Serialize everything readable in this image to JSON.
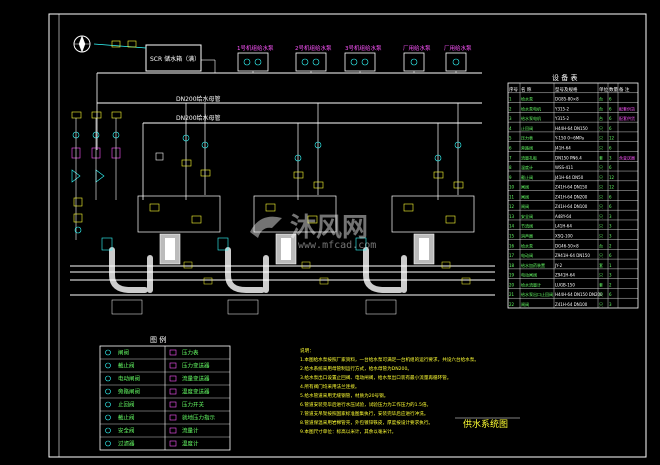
{
  "tanks": {
    "top_left": "SCR 储水箱（满）",
    "branch_1": "1号机组给水泵",
    "branch_2": "2号机组给水泵",
    "branch_3": "3号机组给水泵",
    "branch_4": "厂用给水泵",
    "branch_5": "厂用给水泵"
  },
  "pipes": {
    "main_1": "DN200给水母管",
    "main_2": "DN200给水母管"
  },
  "equipment_table": {
    "title": "设 备 表",
    "header": [
      "序号",
      "名  称",
      "型号及规格",
      "单位",
      "数量",
      "备 注"
    ],
    "rows": [
      [
        "1",
        "给水泵",
        "DG85-80×8",
        "台",
        "6",
        ""
      ],
      [
        "2",
        "给水泵电机",
        "Y315-2",
        "台",
        "6",
        "配套供货"
      ],
      [
        "3",
        "给水泵电机",
        "Y315-2",
        "台",
        "6",
        "配套供货"
      ],
      [
        "4",
        "止回阀",
        "H44H-64 DN150",
        "只",
        "6",
        ""
      ],
      [
        "5",
        "压力表",
        "Y-150 0~6MPa",
        "只",
        "12",
        ""
      ],
      [
        "6",
        "旁路阀",
        "J41H-64",
        "只",
        "6",
        ""
      ],
      [
        "7",
        "流量孔板",
        "DN150 PN6.4",
        "套",
        "3",
        "含变送器"
      ],
      [
        "8",
        "温度计",
        "WSS-411",
        "只",
        "6",
        ""
      ],
      [
        "9",
        "截止阀",
        "J41H-64 DN50",
        "只",
        "12",
        ""
      ],
      [
        "10",
        "闸阀",
        "Z41H-64 DN150",
        "只",
        "12",
        ""
      ],
      [
        "11",
        "闸阀",
        "Z41H-64 DN200",
        "只",
        "6",
        ""
      ],
      [
        "12",
        "闸阀",
        "Z41H-64 DN100",
        "只",
        "6",
        ""
      ],
      [
        "13",
        "安全阀",
        "A48Y-64",
        "只",
        "3",
        ""
      ],
      [
        "14",
        "节流阀",
        "L41H-64",
        "只",
        "3",
        ""
      ],
      [
        "15",
        "消声器",
        "XSQ-100",
        "只",
        "3",
        ""
      ],
      [
        "16",
        "给水泵",
        "DG46-50×8",
        "台",
        "2",
        ""
      ],
      [
        "17",
        "电动阀",
        "Z941H-64 DN150",
        "只",
        "6",
        ""
      ],
      [
        "18",
        "给水加药装置",
        "JY-2",
        "套",
        "1",
        ""
      ],
      [
        "19",
        "电动闸阀",
        "Z941H-64",
        "只",
        "3",
        ""
      ],
      [
        "20",
        "给水流量计",
        "LUGB-150",
        "套",
        "2",
        ""
      ],
      [
        "21",
        "给水泵出口止回阀",
        "H44H-64 DN150 DN200",
        "只",
        "6",
        ""
      ],
      [
        "22",
        "闸阀",
        "Z41H-64 DN100",
        "只",
        "3",
        ""
      ]
    ]
  },
  "legend": {
    "title": "图  例",
    "items": [
      [
        "闸阀",
        "压力表"
      ],
      [
        "截止阀",
        "压力变送器"
      ],
      [
        "电动闸阀",
        "流量变送器"
      ],
      [
        "旁路闸阀",
        "温度变送器"
      ],
      [
        "止回阀",
        "压力开关"
      ],
      [
        "截止阀",
        "就地压力指示"
      ],
      [
        "安全阀",
        "流量计"
      ],
      [
        "过滤器",
        "温度计"
      ]
    ]
  },
  "notes": {
    "title": "说明：",
    "lines": [
      "1.本图给水泵按照厂家资料，一台给水泵可满足一台机组的运行要求，共设六台给水泵。",
      "2.给水系统采用母管制运行方式，给水母管为DN200。",
      "3.给水泵出口设置止回阀、电动闸阀，给水泵出口装有最小流量再循环管。",
      "4.所有阀门均采用法兰连接。",
      "5.给水管道采用无缝钢管，材质为20号钢。",
      "6.管道安装完毕后进行水压试验，试验压力为工作压力的1.5倍。",
      "7.管道支吊架按照国家标准图集执行，安装完毕后应进行冲洗。",
      "8.管道保温采用岩棉管壳，外包镀锌铁皮，厚度按设计要求执行。",
      "9.本图尺寸单位：标高以米计，其余以毫米计。"
    ]
  },
  "drawing_title": "供水系统图",
  "watermark": {
    "brand": "沐风网",
    "url": "www.mfcad.com"
  }
}
